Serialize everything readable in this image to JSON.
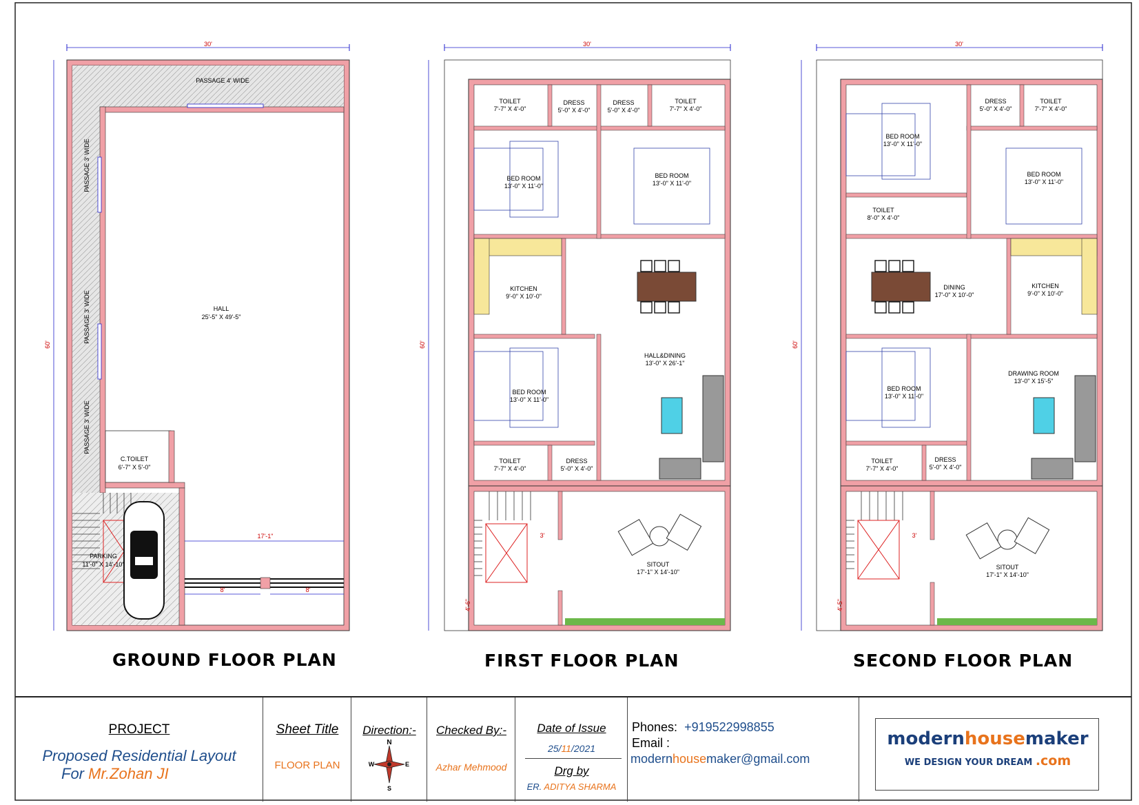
{
  "plans": [
    {
      "title": "GROUND FLOOR PLAN",
      "dim_width": "30'",
      "dim_height": "60'",
      "rooms": [
        {
          "name": "PASSAGE 4' WIDE",
          "size": ""
        },
        {
          "name": "PASSAGE 3' WIDE",
          "size": ""
        },
        {
          "name": "PASSAGE 3' WIDE",
          "size": ""
        },
        {
          "name": "PASSAGE 3' WIDE",
          "size": ""
        },
        {
          "name": "HALL",
          "size": "25'-5\" X 49'-5\""
        },
        {
          "name": "C.TOILET",
          "size": "6'-7\" X 5'-0\""
        },
        {
          "name": "PARKING",
          "size": "11'-0\" X 14'-10\""
        }
      ],
      "dims": [
        "17'-1\"",
        "8'",
        "8'"
      ]
    },
    {
      "title": "FIRST FLOOR PLAN",
      "dim_width": "30'",
      "dim_height": "60'",
      "rooms": [
        {
          "name": "TOILET",
          "size": "7'-7\" X 4'-0\""
        },
        {
          "name": "DRESS",
          "size": "5'-0\" X 4'-0\""
        },
        {
          "name": "DRESS",
          "size": "5'-0\" X 4'-0\""
        },
        {
          "name": "TOILET",
          "size": "7'-7\" X 4'-0\""
        },
        {
          "name": "BED ROOM",
          "size": "13'-0\" X 11'-0\""
        },
        {
          "name": "BED ROOM",
          "size": "13'-0\" X 11'-0\""
        },
        {
          "name": "KITCHEN",
          "size": "9'-0\" X 10'-0\""
        },
        {
          "name": "HALL&DINING",
          "size": "13'-0\" X 26'-1\""
        },
        {
          "name": "BED ROOM",
          "size": "13'-0\" X 11'-0\""
        },
        {
          "name": "TOILET",
          "size": "7'-7\" X 4'-0\""
        },
        {
          "name": "DRESS",
          "size": "5'-0\" X 4'-0\""
        },
        {
          "name": "SITOUT",
          "size": "17'-1\" X 14'-10\""
        }
      ],
      "dims": [
        "3'",
        "4'-6\""
      ]
    },
    {
      "title": "SECOND FLOOR PLAN",
      "dim_width": "30'",
      "dim_height": "60'",
      "rooms": [
        {
          "name": "DRESS",
          "size": "5'-0\" X 4'-0\""
        },
        {
          "name": "TOILET",
          "size": "7'-7\" X 4'-0\""
        },
        {
          "name": "BED ROOM",
          "size": "13'-0\" X 11'-0\""
        },
        {
          "name": "BED ROOM",
          "size": "13'-0\" X 11'-0\""
        },
        {
          "name": "TOILET",
          "size": "8'-0\" X 4'-0\""
        },
        {
          "name": "DINING",
          "size": "17'-0\" X 10'-0\""
        },
        {
          "name": "KITCHEN",
          "size": "9'-0\" X 10'-0\""
        },
        {
          "name": "DRAWING ROOM",
          "size": "13'-0\" X 15'-5\""
        },
        {
          "name": "BED ROOM",
          "size": "13'-0\" X 11'-0\""
        },
        {
          "name": "TOILET",
          "size": "7'-7\" X 4'-0\""
        },
        {
          "name": "DRESS",
          "size": "5'-0\" X 4'-0\""
        },
        {
          "name": "SITOUT",
          "size": "17'-1\" X 14'-10\""
        }
      ],
      "dims": [
        "3'",
        "4'-5\""
      ]
    }
  ],
  "title_block": {
    "project_heading": "PROJECT",
    "project_line1": "Proposed Residential Layout",
    "project_for": "For ",
    "project_client": "Mr.Zohan JI",
    "sheet_title_heading": "Sheet Title",
    "sheet_title_value": "FLOOR PLAN",
    "direction_heading": "Direction:-",
    "compass": {
      "n": "N",
      "e": "E",
      "s": "S",
      "w": "W"
    },
    "checked_heading": "Checked By:-",
    "checked_value": "Azhar Mehmood",
    "date_heading": "Date of Issue",
    "date_day": "25/",
    "date_month": "11",
    "date_year": "/2021",
    "drg_heading": "Drg by",
    "drg_prefix": "ER. ",
    "drg_name": "ADITYA SHARMA",
    "phones_label": "Phones:",
    "phones_value": "+919522998855",
    "email_label": "Email :",
    "email_part1": "modern",
    "email_part2": "house",
    "email_part3": "maker@gmail.com",
    "logo_part1": "modern",
    "logo_part2": "house",
    "logo_part3": "maker",
    "logo_tagline": "WE DESIGN YOUR DREAM",
    "logo_com": ".com"
  },
  "colors": {
    "wall": "#f0a0a6",
    "wall_edge": "#333333",
    "dimension": "#2222cc",
    "title_blue": "#1f4e8c",
    "accent_orange": "#e8731c",
    "logo_blue": "#1b3f7a"
  }
}
